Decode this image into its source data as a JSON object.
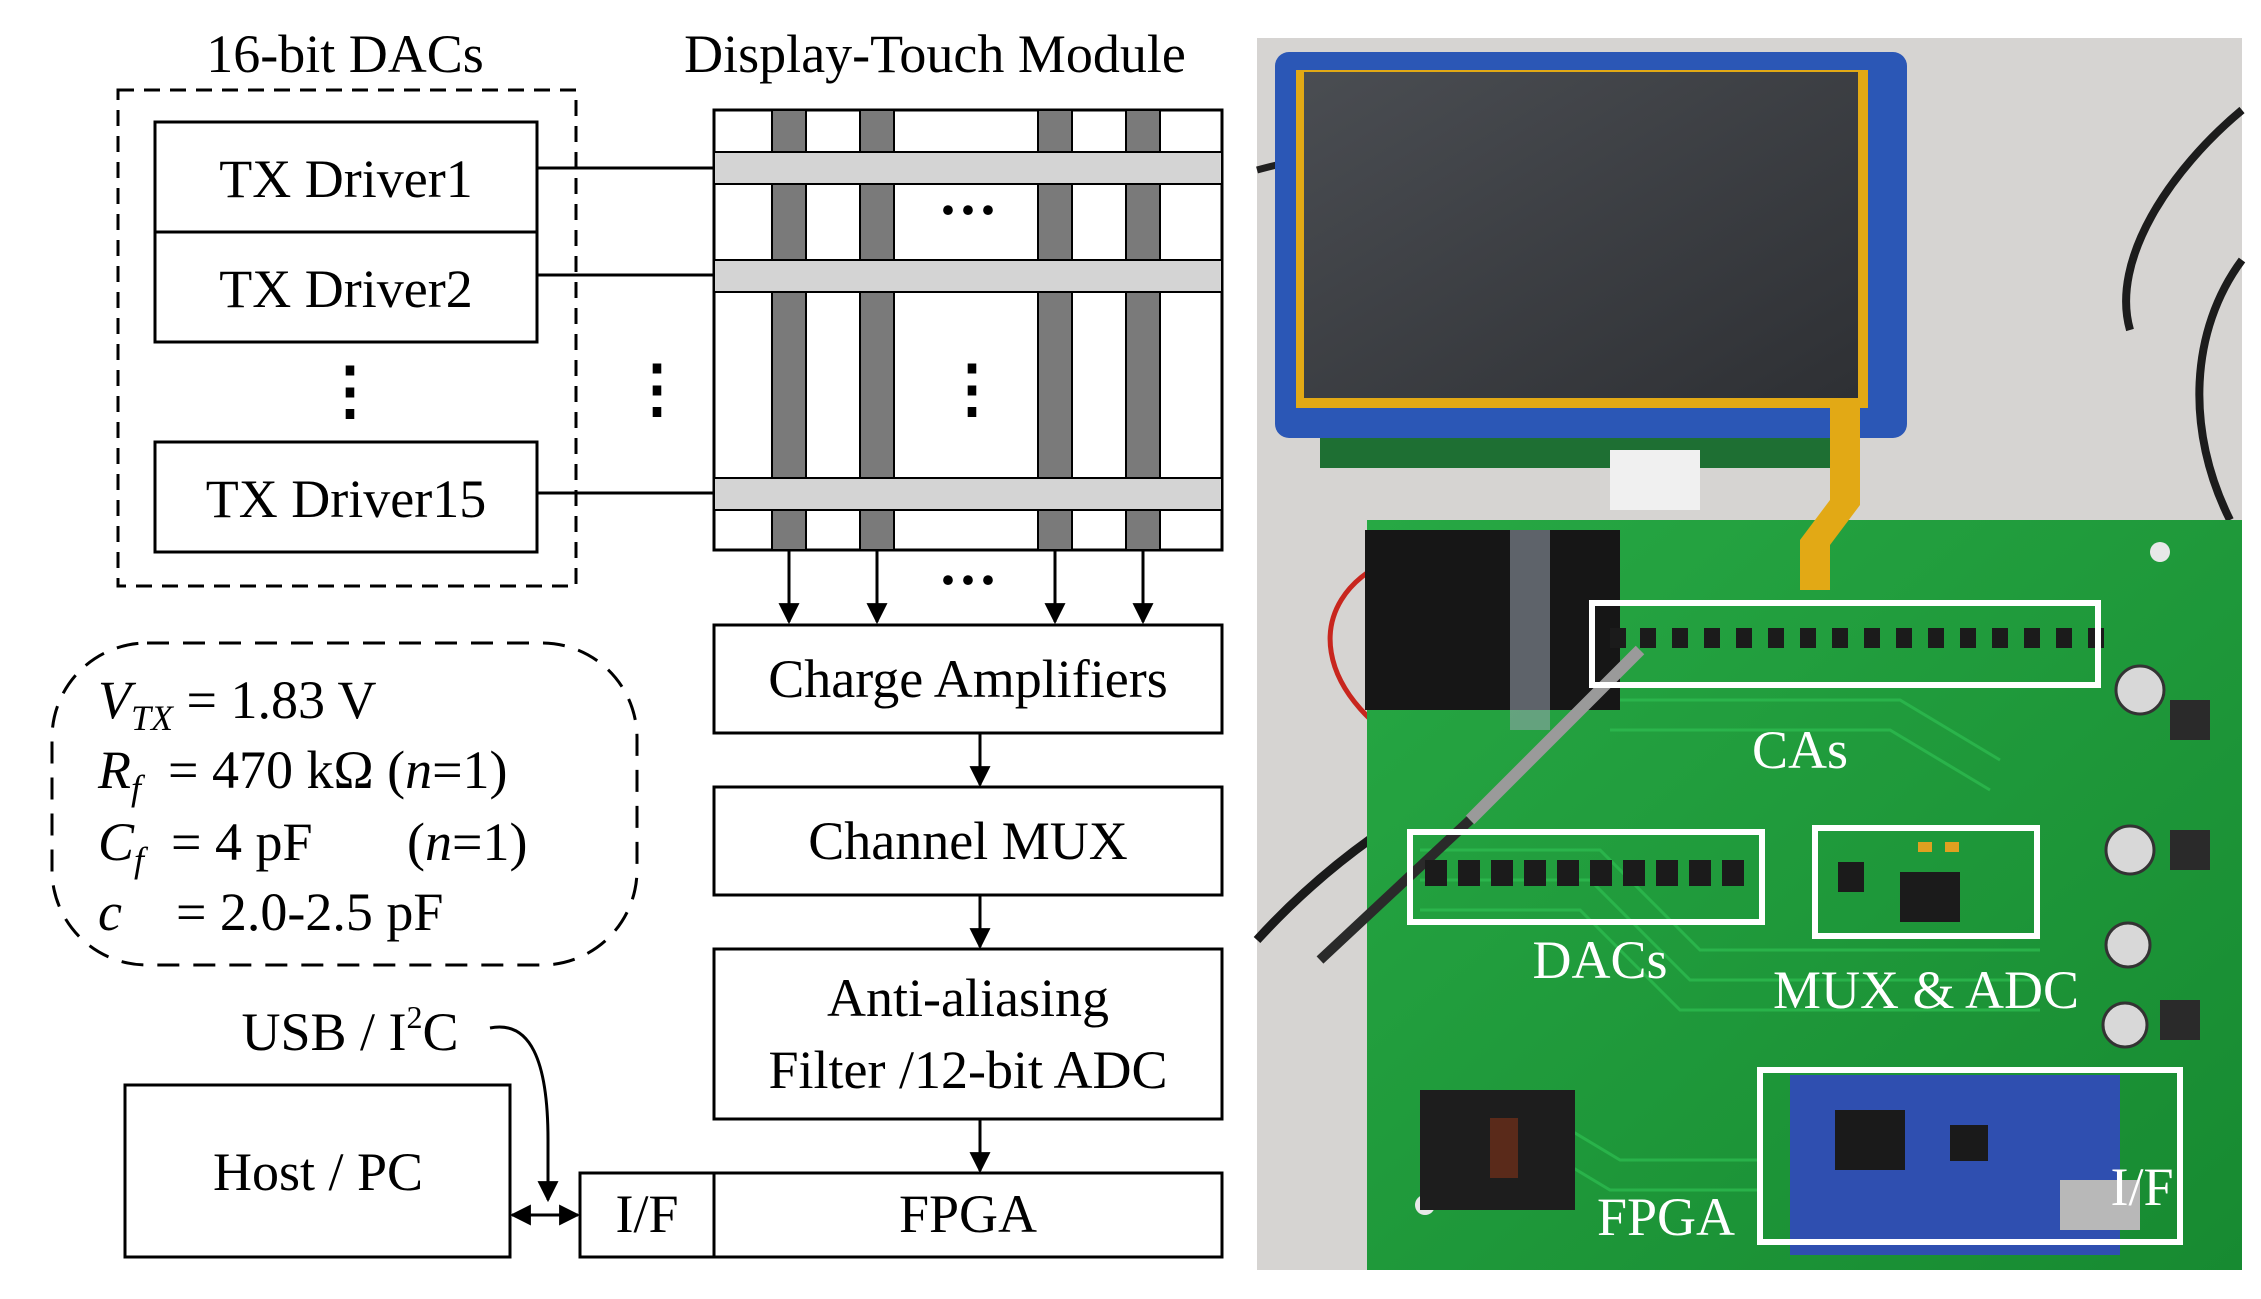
{
  "diagram": {
    "dacs_group_label": "16-bit DACs",
    "module_label": "Display-Touch Module",
    "tx_drivers": [
      "TX Driver1",
      "TX Driver2",
      "TX Driver15"
    ],
    "ellipsis_h": "···",
    "ellipsis_v": "⋮",
    "params": [
      {
        "sym": "V",
        "sub": "TX",
        "rest": " = 1.83 V"
      },
      {
        "sym": "R",
        "sub": "f",
        "rest": "  = 470 kΩ (",
        "n": "n",
        "tail": "=1)"
      },
      {
        "sym": "C",
        "sub": "f",
        "rest": "  = 4 pF       (",
        "n": "n",
        "tail": "=1)"
      },
      {
        "sym": "c",
        "sub": "",
        "rest": "    = 2.0-2.5 pF"
      }
    ],
    "blocks": {
      "charge_amps": "Charge Amplifiers",
      "channel_mux": "Channel MUX",
      "filter_line1": "Anti-aliasing",
      "filter_line2": "Filter /12-bit ADC",
      "fpga": "FPGA",
      "interface": "I/F",
      "host": "Host / PC"
    },
    "bus_label_pre": "USB / I",
    "bus_label_sup": "2",
    "bus_label_post": "C"
  },
  "photo": {
    "labels": {
      "cas": "CAs",
      "dacs": "DACs",
      "mux_adc": "MUX & ADC",
      "fpga": "FPGA",
      "interface": "I/F"
    },
    "colors": {
      "pcb": "#1f9a3a",
      "screen": "#3c3f44",
      "bezel": "#2b57b6",
      "flex": "#e2a915",
      "table": "#d6d4d2",
      "foam": "#161616"
    }
  }
}
